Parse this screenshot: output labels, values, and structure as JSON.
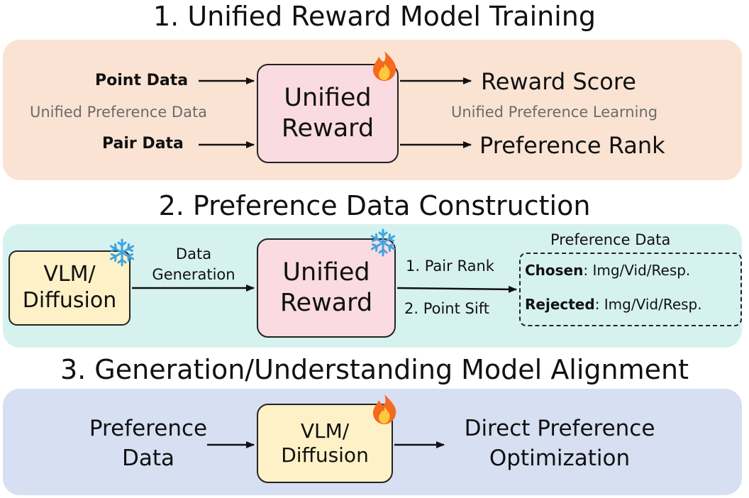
{
  "colors": {
    "panel1": "#fbe3d3",
    "panel2": "#d6f2ee",
    "panel3": "#d7dff2",
    "model_pink": "#f9dbe1",
    "model_yellow": "#fef1c7",
    "gray_text": "#6b6b6b"
  },
  "icons": {
    "train": "flame-icon",
    "frozen": "snowflake-icon"
  },
  "section1": {
    "title": "1. Unified Reward Model Training",
    "point_data": "Point Data",
    "pair_data": "Pair Data",
    "left_caption": "Unified Preference Data",
    "model_line1": "Unified",
    "model_line2": "Reward",
    "reward_score": "Reward Score",
    "preference_rank": "Preference Rank",
    "right_caption": "Unified Preference Learning"
  },
  "section2": {
    "title": "2. Preference Data Construction",
    "source_line1": "VLM/",
    "source_line2": "Diffusion",
    "gen_line1": "Data",
    "gen_line2": "Generation",
    "model_line1": "Unified",
    "model_line2": "Reward",
    "pair_rank": "1. Pair Rank",
    "point_sift": "2. Point Sift",
    "data_title": "Preference Data",
    "chosen_label": "Chosen",
    "chosen_value": ": Img/Vid/Resp.",
    "rejected_label": "Rejected",
    "rejected_value": ": Img/Vid/Resp."
  },
  "section3": {
    "title": "3. Generation/Understanding Model Alignment",
    "input_line1": "Preference",
    "input_line2": "Data",
    "model_line1": "VLM/",
    "model_line2": "Diffusion",
    "output_line1": "Direct Preference",
    "output_line2": "Optimization"
  }
}
